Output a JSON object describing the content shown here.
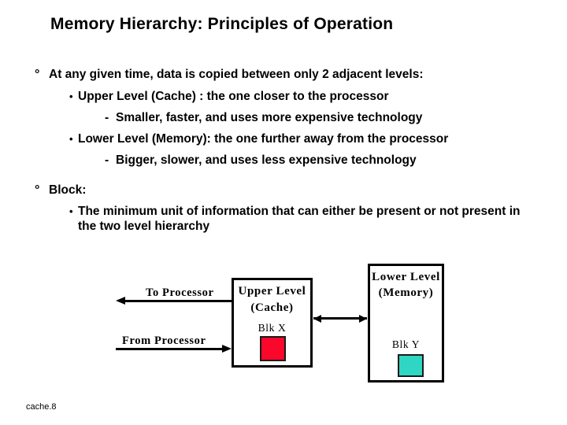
{
  "slide": {
    "title": "Memory Hierarchy: Principles of Operation",
    "footer": "cache.8"
  },
  "bullets": [
    {
      "marker": "°",
      "text": "At any given time, data is copied between only 2 adjacent levels:"
    },
    {
      "marker": "•",
      "text": "Upper Level (Cache) : the one closer to the processor"
    },
    {
      "marker": "-",
      "text": "Smaller, faster, and uses more expensive technology"
    },
    {
      "marker": "•",
      "text": "Lower Level (Memory): the one further away from the processor"
    },
    {
      "marker": "-",
      "text": "Bigger, slower, and uses less expensive technology"
    },
    {
      "marker": "°",
      "text": "Block:"
    },
    {
      "marker": "•",
      "text": "The minimum unit of information that can either be present or not present in the two level hierarchy"
    }
  ],
  "diagram": {
    "to_processor_label": "To Processor",
    "from_processor_label": "From Processor",
    "upper_box": {
      "line1": "Upper Level",
      "line2": "(Cache)",
      "block_label": "Blk X",
      "block_color": "#f9082b"
    },
    "lower_box": {
      "line1": "Lower Level",
      "line2": "(Memory)",
      "block_label": "Blk Y",
      "block_color": "#2fd6c3"
    },
    "arrow_color": "#000000"
  }
}
